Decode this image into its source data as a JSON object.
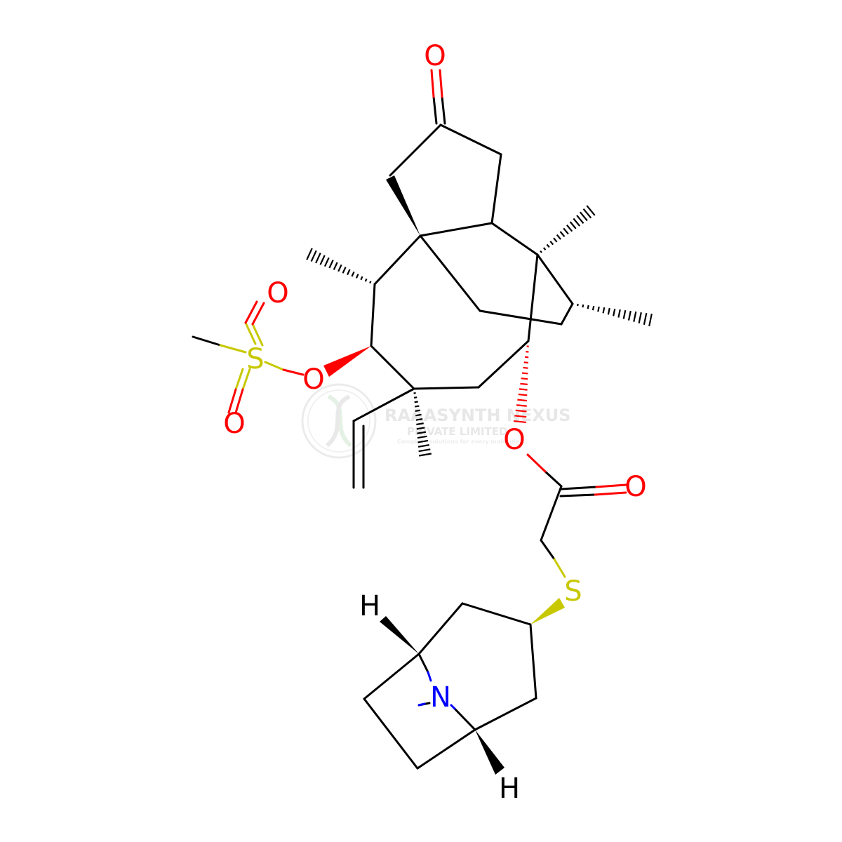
{
  "colors": {
    "bond": "#000000",
    "oxygen": "#ff0000",
    "sulfur": "#c8c800",
    "nitrogen": "#0000ff",
    "hydrogen": "#000000",
    "watermark": "#d9d9d9"
  },
  "atoms": {
    "ketone_o": "O",
    "ms_o_top": "O",
    "ms_s": "S",
    "ms_o_bottom": "O",
    "ester_link_o": "O",
    "ester_o": "O",
    "ester_carbonyl_o": "O",
    "thio_s": "S",
    "amine_n": "N",
    "h_top": "H",
    "h_bottom": "H"
  },
  "watermark": {
    "name": "RAAASYNTH NEXUS",
    "sub": "PRIVATE LIMITED",
    "tagline": "Complete solutions for every molecule"
  }
}
